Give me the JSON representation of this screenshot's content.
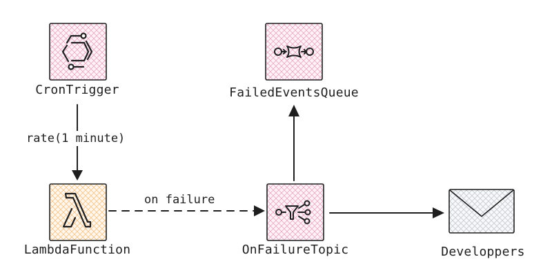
{
  "diagram": {
    "nodes": {
      "cron": {
        "label": "CronTrigger",
        "icon": "eventbridge-scheduler-icon",
        "color": "#e7157b"
      },
      "lambda": {
        "label": "LambdaFunction",
        "icon": "lambda-icon",
        "color": "#ed7100"
      },
      "topic": {
        "label": "OnFailureTopic",
        "icon": "sns-topic-icon",
        "color": "#e7157b"
      },
      "queue": {
        "label": "FailedEventsQueue",
        "icon": "sqs-queue-icon",
        "color": "#e7157b"
      },
      "devs": {
        "label": "Developpers",
        "icon": "email-envelope-icon",
        "color": "#868e96"
      }
    },
    "edges": {
      "cron_to_lambda": {
        "label": "rate(1 minute)"
      },
      "lambda_to_topic": {
        "label": "on failure"
      },
      "topic_to_queue": {
        "label": ""
      },
      "topic_to_devs": {
        "label": ""
      }
    }
  }
}
